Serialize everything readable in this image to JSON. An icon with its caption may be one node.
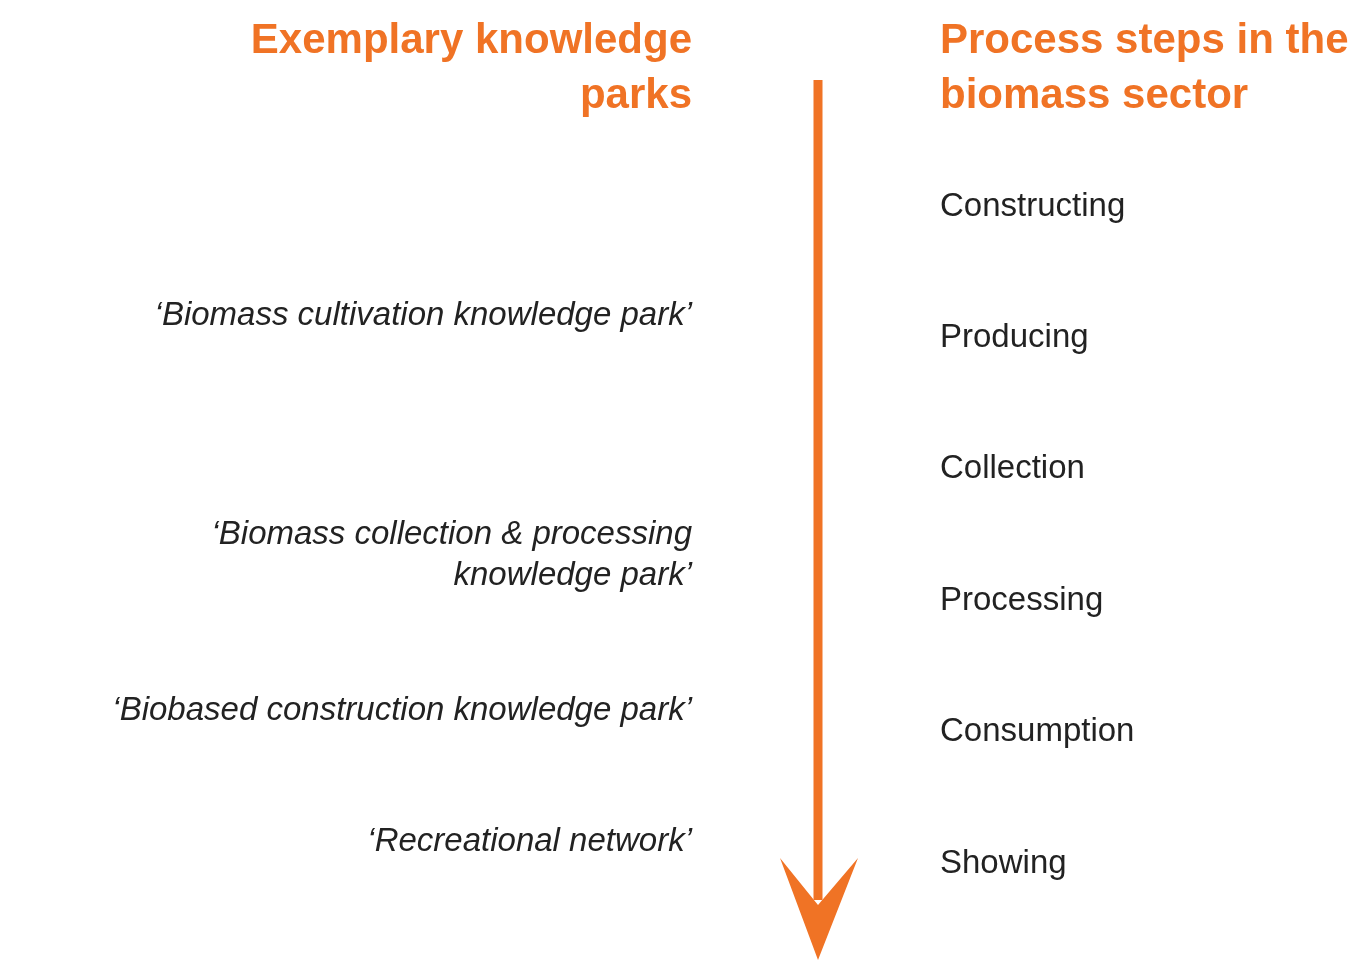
{
  "diagram": {
    "labels": [
      "Exemplary knowledge parks",
      "Process steps in the biomass sector",
      "Constructing",
      "‘Biomass cultivation knowledge park’",
      "Producing",
      "Collection",
      "‘Biomass collection & processing knowledge park’",
      "Processing",
      "‘Biobased construction knowledge park’",
      "Consumption",
      "‘Recreational network’",
      "Showing"
    ]
  }
}
